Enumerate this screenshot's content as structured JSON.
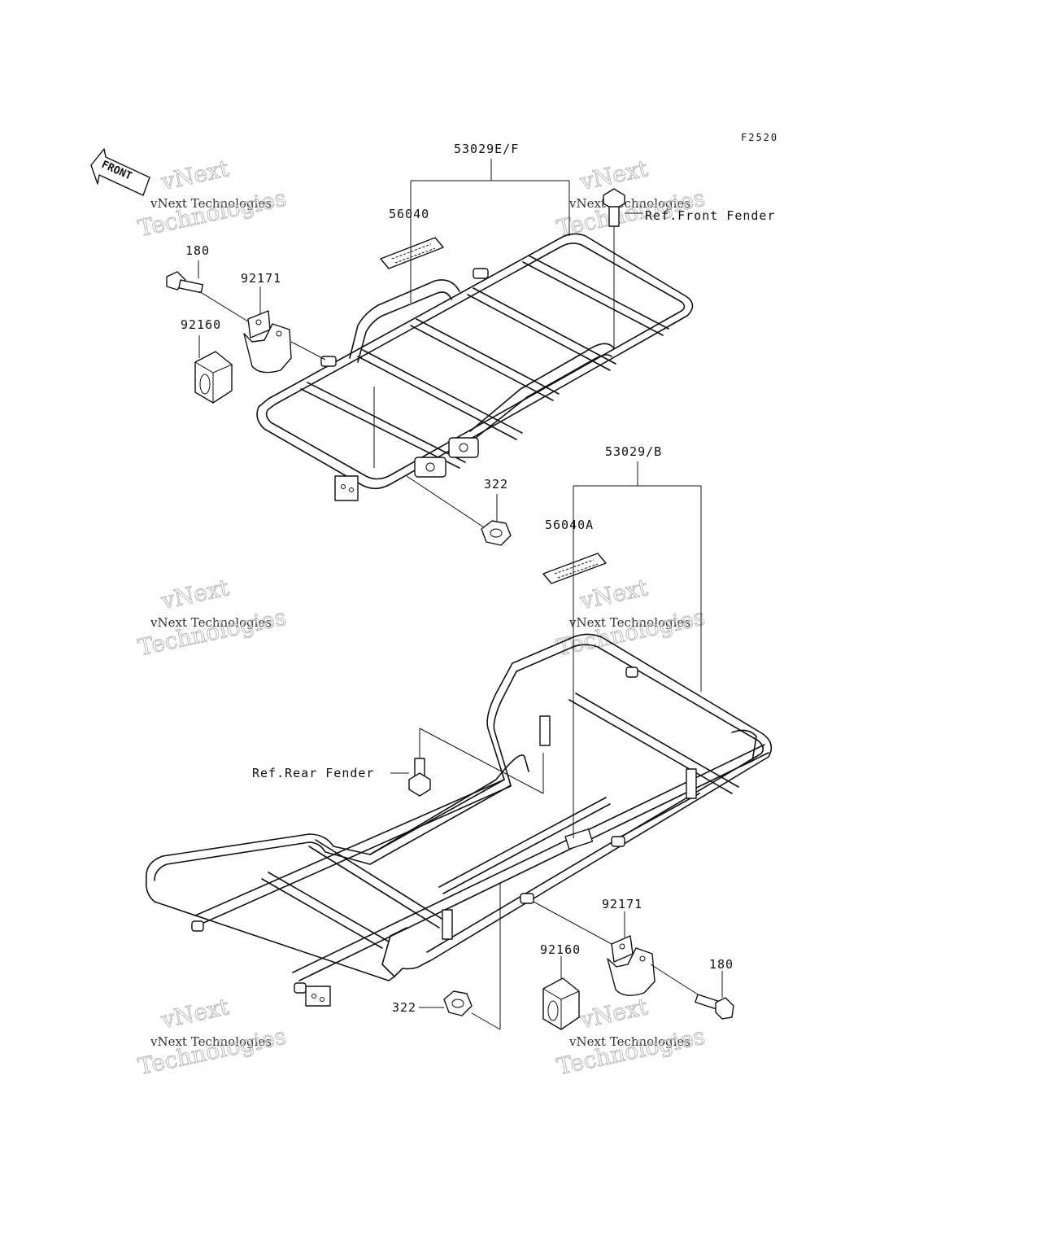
{
  "figure_code": "F2520",
  "front_marker": "FRONT",
  "watermark": {
    "line1": "vNext Technologies",
    "line2": "vNext",
    "line3": "Technologies"
  },
  "labels": {
    "front_carrier_assy": "53029E/F",
    "front_decal": "56040",
    "front_bolt": "180",
    "front_bracket": "92171",
    "front_damper": "92160",
    "front_ref": "Ref.Front Fender",
    "front_nut": "322",
    "rear_carrier_assy": "53029/B",
    "rear_decal": "56040A",
    "rear_ref": "Ref.Rear Fender",
    "rear_bracket": "92171",
    "rear_damper": "92160",
    "rear_bolt": "180",
    "rear_nut": "322"
  }
}
